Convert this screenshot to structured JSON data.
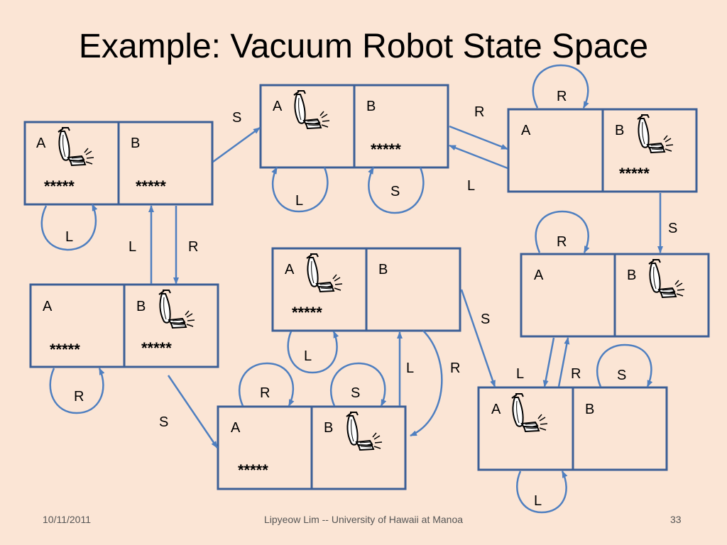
{
  "title": "Example: Vacuum Robot State Space",
  "colors": {
    "background": "#fbe5d5",
    "box_stroke": "#3c5f96",
    "arrow": "#4f7fc0"
  },
  "icons": {
    "robot": "vacuum-cleaner-icon"
  },
  "room_labels": {
    "a": "A",
    "b": "B"
  },
  "dirt_symbol": "*****",
  "actions": {
    "suck": "S",
    "left": "L",
    "right": "R"
  },
  "states": [
    {
      "id": "s1",
      "robot": "A",
      "dirt_a": true,
      "dirt_b": true
    },
    {
      "id": "s2",
      "robot": "A",
      "dirt_a": false,
      "dirt_b": true
    },
    {
      "id": "s3",
      "robot": "B",
      "dirt_a": false,
      "dirt_b": true
    },
    {
      "id": "s4",
      "robot": "B",
      "dirt_a": true,
      "dirt_b": true
    },
    {
      "id": "s5",
      "robot": "A",
      "dirt_a": true,
      "dirt_b": false
    },
    {
      "id": "s6",
      "robot": "B",
      "dirt_a": false,
      "dirt_b": false
    },
    {
      "id": "s7",
      "robot": "B",
      "dirt_a": true,
      "dirt_b": false
    },
    {
      "id": "s8",
      "robot": "A",
      "dirt_a": false,
      "dirt_b": false
    }
  ],
  "footer": {
    "date": "10/11/2011",
    "author": "Lipyeow Lim -- University of Hawaii at Manoa",
    "page": "33"
  }
}
